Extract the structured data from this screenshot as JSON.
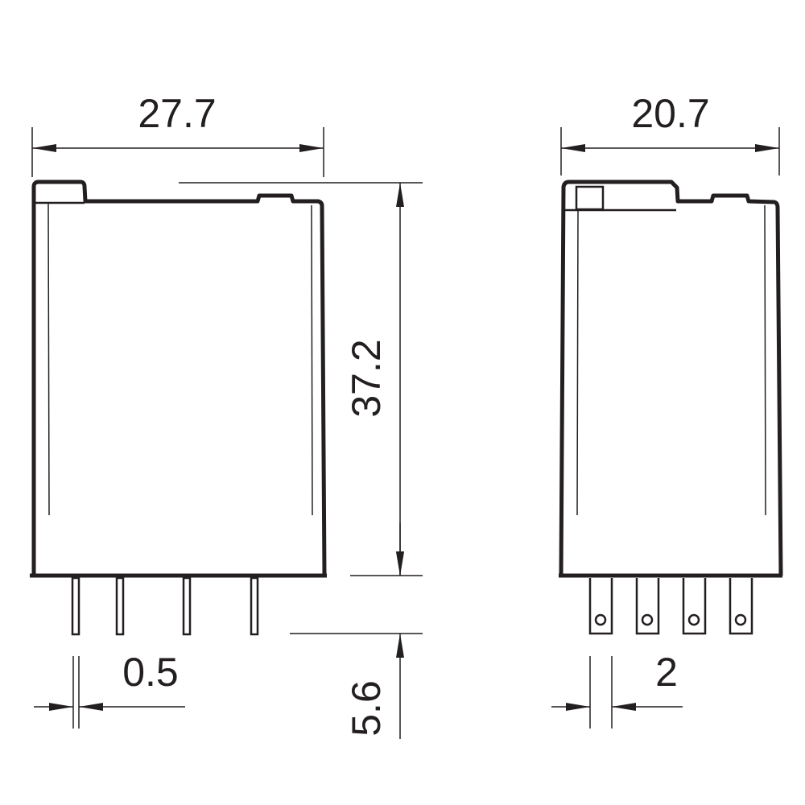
{
  "dimensions": {
    "front_width": "27.7",
    "height": "37.2",
    "pin_thickness": "0.5",
    "pin_length": "5.6",
    "side_width": "20.7",
    "terminal_width": "2"
  },
  "colors": {
    "line": "#231f20",
    "background": "#ffffff"
  }
}
